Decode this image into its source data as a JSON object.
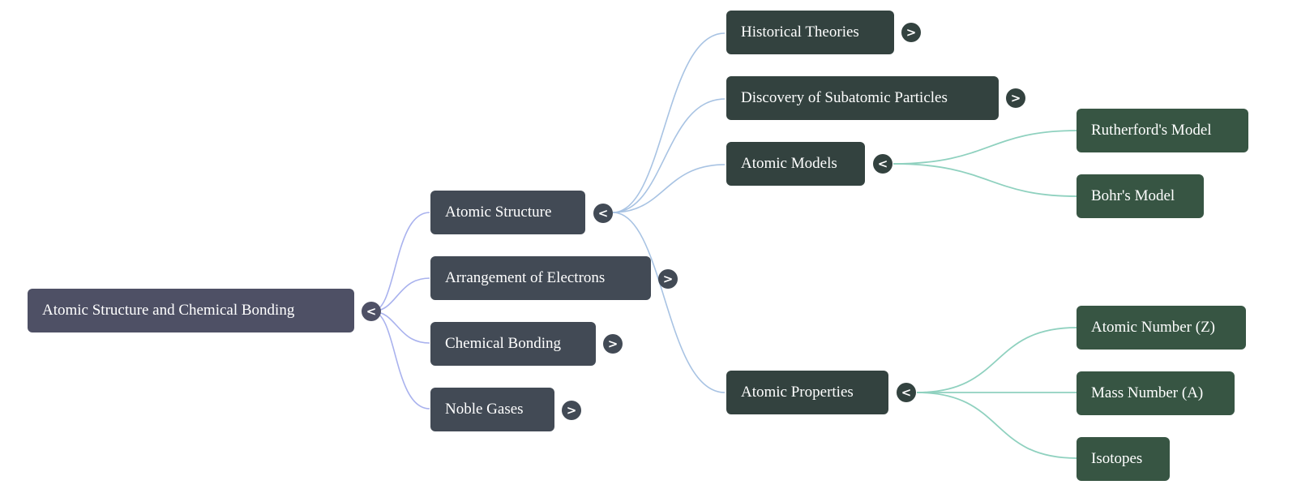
{
  "colors": {
    "edge_root": "#a9b2ee",
    "edge_level1": "#a8c3e3",
    "edge_level2": "#8fd1bf"
  },
  "root": {
    "label": "Atomic Structure and Chemical Bonding",
    "toggle": "<",
    "expanded": true
  },
  "level1": [
    {
      "label": "Atomic Structure",
      "toggle": "<",
      "expanded": true
    },
    {
      "label": "Arrangement of Electrons",
      "toggle": ">",
      "expanded": false
    },
    {
      "label": "Chemical Bonding",
      "toggle": ">",
      "expanded": false
    },
    {
      "label": "Noble Gases",
      "toggle": ">",
      "expanded": false
    }
  ],
  "level2": [
    {
      "label": "Historical Theories",
      "toggle": ">",
      "expanded": false
    },
    {
      "label": "Discovery of Subatomic Particles",
      "toggle": ">",
      "expanded": false
    },
    {
      "label": "Atomic Models",
      "toggle": "<",
      "expanded": true
    },
    {
      "label": "Atomic Properties",
      "toggle": "<",
      "expanded": true
    }
  ],
  "atomic_models_children": [
    {
      "label": "Rutherford's Model"
    },
    {
      "label": "Bohr's Model"
    }
  ],
  "atomic_properties_children": [
    {
      "label": "Atomic Number (Z)"
    },
    {
      "label": "Mass Number (A)"
    },
    {
      "label": "Isotopes"
    }
  ]
}
